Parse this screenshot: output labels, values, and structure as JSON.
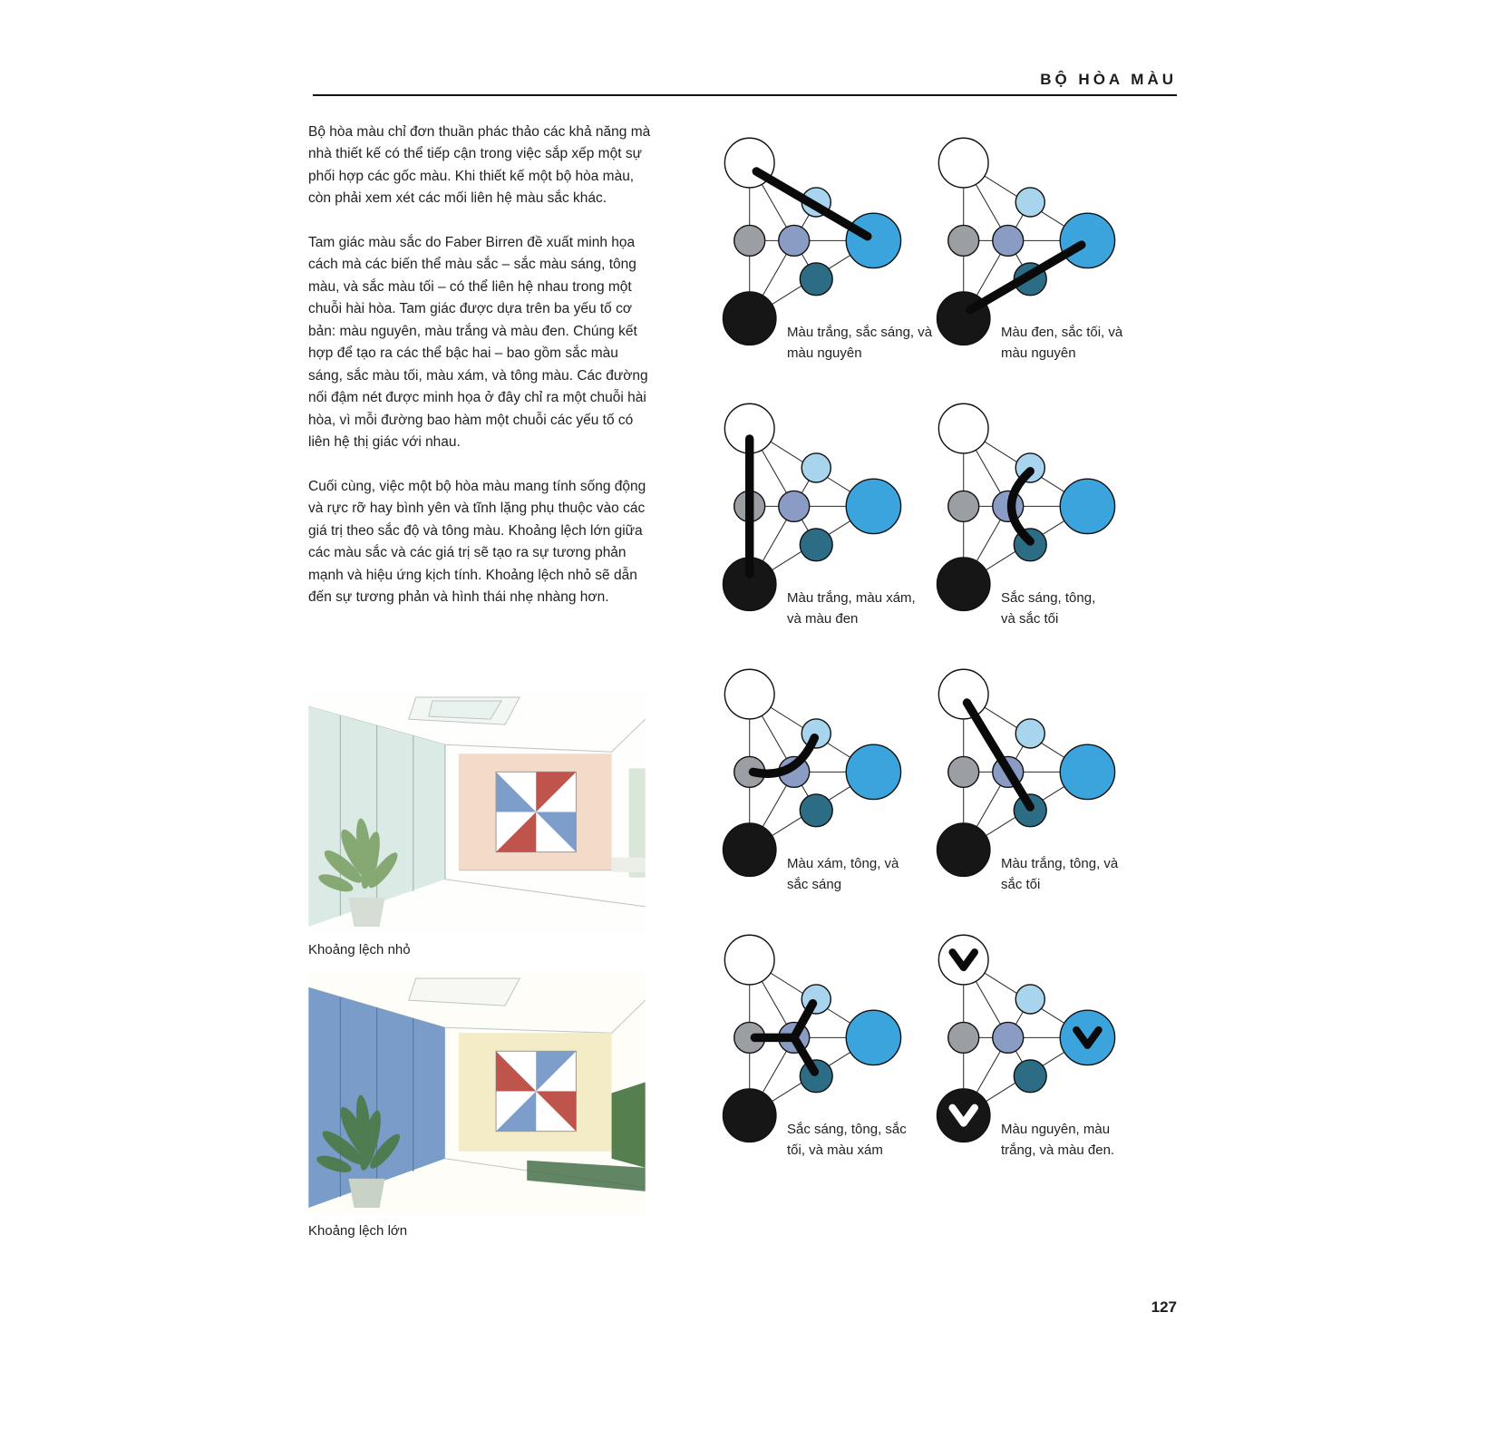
{
  "page": {
    "header": "BỘ HÒA MÀU",
    "page_number": "127"
  },
  "article": {
    "paragraphs": [
      "Bộ hòa màu chỉ đơn thuần phác thảo các khả năng mà nhà thiết kế có thể tiếp cận trong việc sắp xếp một sự phối hợp các gốc màu. Khi thiết kế một bộ hòa màu, còn phải xem xét các mối liên hệ màu sắc khác.",
      "Tam giác màu sắc do Faber Birren đề xuất minh họa cách mà các biến thể màu sắc – sắc màu sáng, tông màu, và sắc màu tối – có thể liên hệ nhau trong một chuỗi hài hòa. Tam giác được dựa trên ba yếu tố cơ bản: màu nguyên, màu trắng và màu đen. Chúng kết hợp để tạo ra các thể bậc hai – bao gồm sắc màu sáng, sắc màu tối, màu xám, và tông màu. Các đường nối đậm nét được minh họa ở đây chỉ ra một chuỗi hài hòa, vì mỗi đường bao hàm một chuỗi các yếu tố có liên hệ thị giác với nhau.",
      "Cuối cùng, việc một bộ hòa màu mang tính sống động và rực rỡ hay bình yên và tĩnh lặng phụ thuộc vào các giá trị theo sắc độ và tông màu. Khoảng lệch lớn giữa các màu sắc và các giá trị sẽ tạo ra sự tương phản mạnh và hiệu ứng kịch tính. Khoảng lệch nhỏ sẽ dẫn đến sự tương phản và hình thái nhẹ nhàng hơn."
    ]
  },
  "figures": [
    {
      "caption": "Khoảng lệch nhỏ"
    },
    {
      "caption": "Khoảng lệch lớn"
    }
  ],
  "triangle": {
    "colors": {
      "white": "#ffffff",
      "tint": "#a9d4ee",
      "pure": "#3ba4dd",
      "gray": "#9b9fa4",
      "tone": "#8b9cc4",
      "shade": "#2c6d85",
      "black": "#161616"
    }
  },
  "diagrams": [
    {
      "caption": "Màu trắng, sắc sáng, và\nmàu nguyên",
      "highlight": "white-tint-pure"
    },
    {
      "caption": "Màu đen, sắc tối, và\nmàu nguyên",
      "highlight": "black-shade-pure"
    },
    {
      "caption": "Màu trắng, màu xám,\nvà màu đen",
      "highlight": "white-gray-black"
    },
    {
      "caption": "Sắc sáng, tông,\nvà sắc tối",
      "highlight": "tint-tone-shade"
    },
    {
      "caption": "Màu xám, tông, và\nsắc sáng",
      "highlight": "gray-tone-tint"
    },
    {
      "caption": "Màu trắng, tông, và\nsắc tối",
      "highlight": "white-tone-shade"
    },
    {
      "caption": "Sắc sáng, tông, sắc\ntối, và màu xám",
      "highlight": "tone-gray-tint-shade"
    },
    {
      "caption": "Màu nguyên, màu\ntrắng, và màu đen.",
      "highlight": "check-pure-white-black"
    }
  ],
  "figure_palette": {
    "glass": "#d9e9e3",
    "wall-warm": "#f2dbc9",
    "art-red": "#bf544d",
    "art-blue": "#7d9ecb",
    "plant": "#7da368",
    "plant-dark": "#4d7a48",
    "wall-blue": "#7397c6",
    "wall-cream": "#f3ecc6",
    "hedge": "#567f50",
    "floor-green": "#46704a"
  }
}
